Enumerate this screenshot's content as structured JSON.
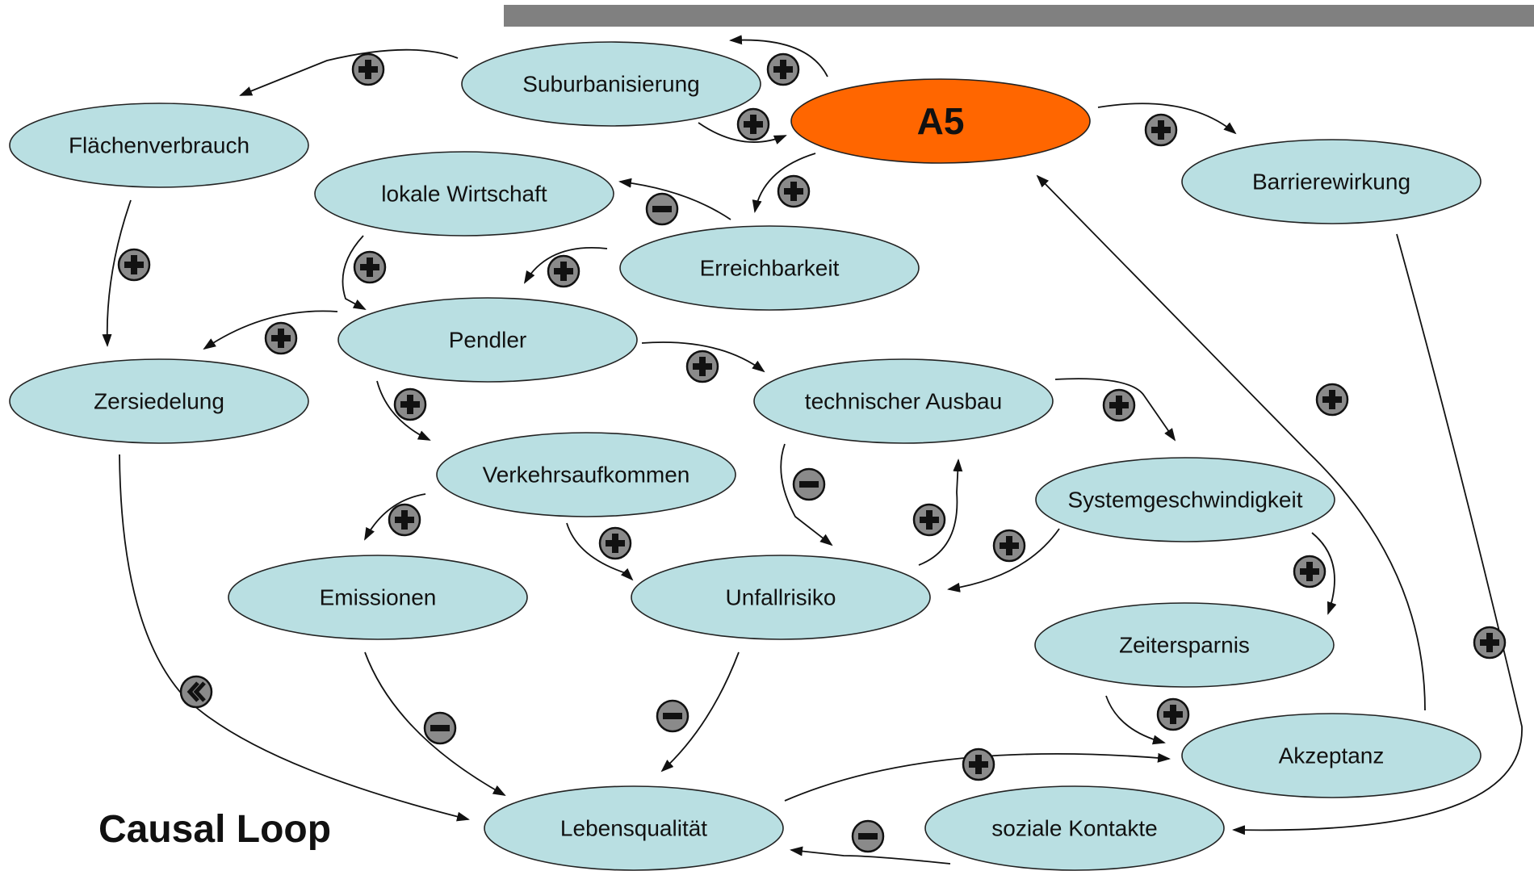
{
  "title": "Causal Loop",
  "colors": {
    "node_fill": "#b9dfe2",
    "main_node_fill": "#ff6600",
    "topbar": "#808080",
    "sign_fill": "#8a8a8a"
  },
  "nodes": [
    {
      "id": "suburbanisierung",
      "label": "Suburbanisierung"
    },
    {
      "id": "a5",
      "label": "A5",
      "main": true
    },
    {
      "id": "flaechenverbrauch",
      "label": "Flächenverbrauch"
    },
    {
      "id": "lokale-wirtschaft",
      "label": "lokale Wirtschaft"
    },
    {
      "id": "barrierewirkung",
      "label": "Barrierewirkung"
    },
    {
      "id": "erreichbarkeit",
      "label": "Erreichbarkeit"
    },
    {
      "id": "pendler",
      "label": "Pendler"
    },
    {
      "id": "zersiedelung",
      "label": "Zersiedelung"
    },
    {
      "id": "technischer-ausbau",
      "label": "technischer Ausbau"
    },
    {
      "id": "verkehrsaufkommen",
      "label": "Verkehrsaufkommen"
    },
    {
      "id": "systemgeschwindigkeit",
      "label": "Systemgeschwindigkeit"
    },
    {
      "id": "emissionen",
      "label": "Emissionen"
    },
    {
      "id": "unfallrisiko",
      "label": "Unfallrisiko"
    },
    {
      "id": "zeitersparnis",
      "label": "Zeitersparnis"
    },
    {
      "id": "akzeptanz",
      "label": "Akzeptanz"
    },
    {
      "id": "lebensqualitaet",
      "label": "Lebensqualität"
    },
    {
      "id": "soziale-kontakte",
      "label": "soziale Kontakte"
    }
  ],
  "links": [
    {
      "from": "a5",
      "to": "suburbanisierung",
      "sign": "+"
    },
    {
      "from": "suburbanisierung",
      "to": "a5",
      "sign": "+"
    },
    {
      "from": "suburbanisierung",
      "to": "flaechenverbrauch",
      "sign": "+"
    },
    {
      "from": "a5",
      "to": "barrierewirkung",
      "sign": "+"
    },
    {
      "from": "a5",
      "to": "erreichbarkeit",
      "sign": "+"
    },
    {
      "from": "erreichbarkeit",
      "to": "lokale-wirtschaft",
      "sign": "-"
    },
    {
      "from": "erreichbarkeit",
      "to": "pendler",
      "sign": "+"
    },
    {
      "from": "lokale-wirtschaft",
      "to": "pendler",
      "sign": "+"
    },
    {
      "from": "flaechenverbrauch",
      "to": "zersiedelung",
      "sign": "+"
    },
    {
      "from": "pendler",
      "to": "zersiedelung",
      "sign": "+"
    },
    {
      "from": "pendler",
      "to": "technischer-ausbau",
      "sign": "+"
    },
    {
      "from": "pendler",
      "to": "verkehrsaufkommen",
      "sign": "+"
    },
    {
      "from": "technischer-ausbau",
      "to": "systemgeschwindigkeit",
      "sign": "+"
    },
    {
      "from": "technischer-ausbau",
      "to": "unfallrisiko",
      "sign": "-"
    },
    {
      "from": "unfallrisiko",
      "to": "technischer-ausbau",
      "sign": "+"
    },
    {
      "from": "systemgeschwindigkeit",
      "to": "unfallrisiko",
      "sign": "+"
    },
    {
      "from": "systemgeschwindigkeit",
      "to": "zeitersparnis",
      "sign": "+"
    },
    {
      "from": "verkehrsaufkommen",
      "to": "emissionen",
      "sign": "+"
    },
    {
      "from": "verkehrsaufkommen",
      "to": "unfallrisiko",
      "sign": "+"
    },
    {
      "from": "zeitersparnis",
      "to": "akzeptanz",
      "sign": "+"
    },
    {
      "from": "akzeptanz",
      "to": "a5",
      "sign": "+"
    },
    {
      "from": "barrierewirkung",
      "to": "soziale-kontakte",
      "sign": "+"
    },
    {
      "from": "zersiedelung",
      "to": "lebensqualitaet",
      "sign": "«"
    },
    {
      "from": "emissionen",
      "to": "lebensqualitaet",
      "sign": "-"
    },
    {
      "from": "unfallrisiko",
      "to": "lebensqualitaet",
      "sign": "-"
    },
    {
      "from": "lebensqualitaet",
      "to": "akzeptanz",
      "sign": "+"
    },
    {
      "from": "soziale-kontakte",
      "to": "lebensqualitaet",
      "sign": "-"
    }
  ]
}
